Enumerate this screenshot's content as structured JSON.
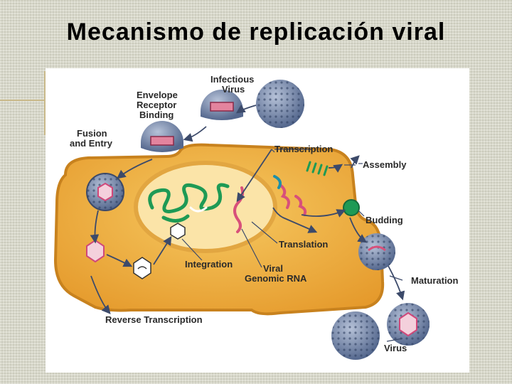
{
  "title": "Mecanismo de replicación viral",
  "labels": {
    "infectious_virus_1": "Infectious",
    "infectious_virus_2": "Virus",
    "envelope_1": "Envelope",
    "envelope_2": "Receptor",
    "envelope_3": "Binding",
    "fusion_1": "Fusion",
    "fusion_2": "and Entry",
    "transcription": "Transcription",
    "assembly": "Assembly",
    "budding": "Budding",
    "translation": "Translation",
    "integration": "Integration",
    "viral_1": "Viral",
    "viral_2": "Genomic RNA",
    "maturation": "Maturation",
    "reverse_transcription": "Reverse Transcription",
    "virus": "Virus"
  },
  "colors": {
    "cytoplasm": "#f2b84a",
    "membrane": "#e8a23a",
    "nucleus": "#fbe4a8",
    "virion": "#7d8fb0",
    "dna": "#1e9a55",
    "rna": "#d8507a",
    "capsid": "#d0487a"
  }
}
